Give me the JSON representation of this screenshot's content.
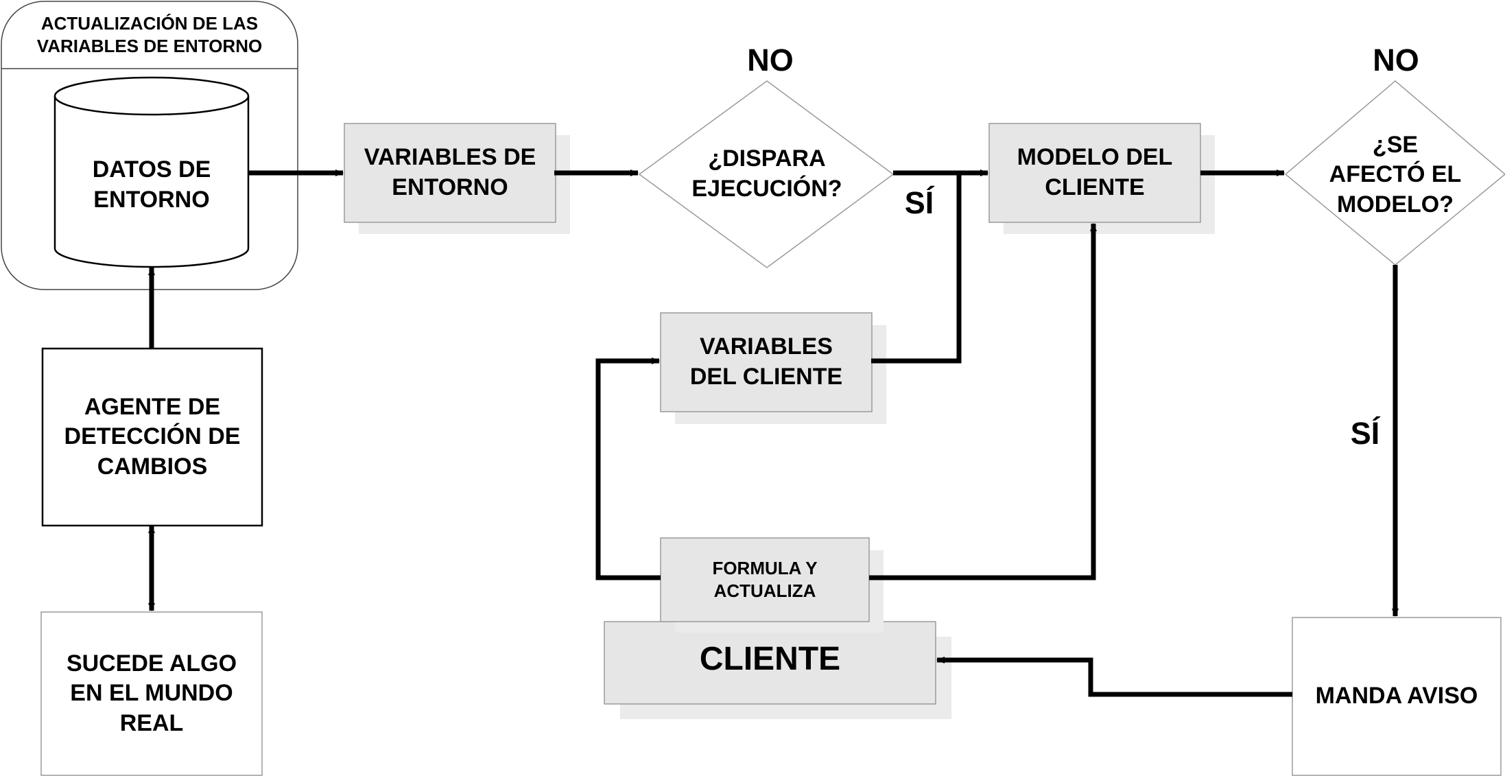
{
  "diagram": {
    "container_title": "ACTUALIZACIÓN DE LAS\nVARIABLES DE ENTORNO",
    "nodes": {
      "datos_entorno": "DATOS DE\nENTORNO",
      "variables_entorno": "VARIABLES DE\nENTORNO",
      "dispara_ejecucion": "¿DISPARA\nEJECUCIÓN?",
      "modelo_cliente": "MODELO DEL\nCLIENTE",
      "se_afecto_modelo": "¿SE\nAFECTÓ EL\nMODELO?",
      "agente_deteccion": "AGENTE DE\nDETECCIÓN DE\nCAMBIOS",
      "variables_cliente": "VARIABLES\nDEL CLIENTE",
      "formula_actualiza": "FORMULA Y\nACTUALIZA",
      "cliente": "CLIENTE",
      "sucede_algo": "SUCEDE ALGO\nEN EL MUNDO\nREAL",
      "manda_aviso": "MANDA AVISO"
    },
    "edge_labels": {
      "no_dispara": "NO",
      "si_dispara": "SÍ",
      "no_afecto": "NO",
      "si_afecto": "SÍ"
    }
  }
}
